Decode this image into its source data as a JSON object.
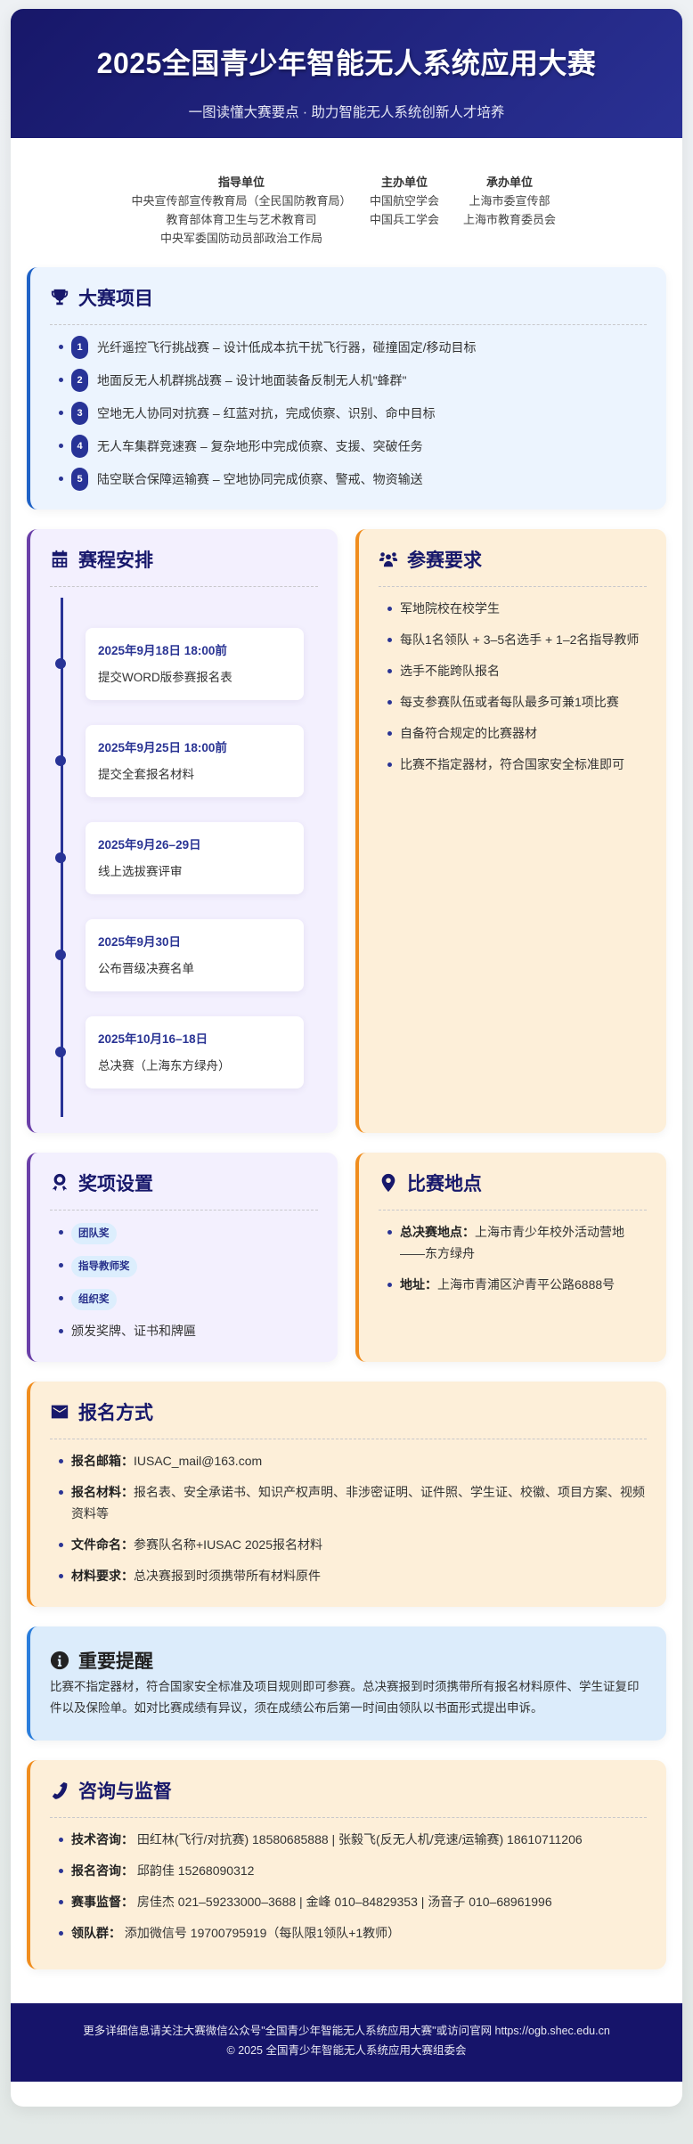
{
  "header": {
    "title": "2025全国青少年智能无人系统应用大赛",
    "subtitle": "一图读懂大赛要点 · 助力智能无人系统创新人才培养"
  },
  "organizers": {
    "guiding": {
      "label": "指导单位",
      "items": [
        "中央宣传部宣传教育局（全民国防教育局）",
        "教育部体育卫生与艺术教育司",
        "中央军委国防动员部政治工作局"
      ]
    },
    "host": {
      "label": "主办单位",
      "items": [
        "中国航空学会",
        "中国兵工学会"
      ]
    },
    "undertaker": {
      "label": "承办单位",
      "items": [
        "上海市委宣传部",
        "上海市教育委员会"
      ]
    }
  },
  "projects": {
    "title": "大赛项目",
    "icon": "trophy-icon",
    "items": [
      {
        "num": "1",
        "text": "光纤遥控飞行挑战赛 – 设计低成本抗干扰飞行器，碰撞固定/移动目标"
      },
      {
        "num": "2",
        "text": "地面反无人机群挑战赛 – 设计地面装备反制无人机\"蜂群\""
      },
      {
        "num": "3",
        "text": "空地无人协同对抗赛 – 红蓝对抗，完成侦察、识别、命中目标"
      },
      {
        "num": "4",
        "text": "无人车集群竞速赛 – 复杂地形中完成侦察、支援、突破任务"
      },
      {
        "num": "5",
        "text": "陆空联合保障运输赛 – 空地协同完成侦察、警戒、物资输送"
      }
    ]
  },
  "schedule": {
    "title": "赛程安排",
    "icon": "calendar-icon",
    "items": [
      {
        "date": "2025年9月18日 18:00前",
        "desc": "提交WORD版参赛报名表"
      },
      {
        "date": "2025年9月25日 18:00前",
        "desc": "提交全套报名材料"
      },
      {
        "date": "2025年9月26–29日",
        "desc": "线上选拔赛评审"
      },
      {
        "date": "2025年9月30日",
        "desc": "公布晋级决赛名单"
      },
      {
        "date": "2025年10月16–18日",
        "desc": "总决赛（上海东方绿舟）"
      }
    ]
  },
  "requirements": {
    "title": "参赛要求",
    "icon": "users-icon",
    "items": [
      "军地院校在校学生",
      "每队1名领队 + 3–5名选手 + 1–2名指导教师",
      "选手不能跨队报名",
      "每支参赛队伍或者每队最多可兼1项比赛",
      "自备符合规定的比赛器材",
      "比赛不指定器材，符合国家安全标准即可"
    ]
  },
  "awards": {
    "title": "奖项设置",
    "icon": "award-icon",
    "pills": [
      "团队奖",
      "指导教师奖",
      "组织奖"
    ],
    "note": "颁发奖牌、证书和牌匾"
  },
  "venue": {
    "title": "比赛地点",
    "icon": "map-pin-icon",
    "items": [
      {
        "label": "总决赛地点：",
        "value": "上海市青少年校外活动营地——东方绿舟"
      },
      {
        "label": "地址：",
        "value": "上海市青浦区沪青平公路6888号"
      }
    ]
  },
  "registration": {
    "title": "报名方式",
    "icon": "envelope-icon",
    "items": [
      {
        "label": "报名邮箱：",
        "value": "IUSAC_mail@163.com"
      },
      {
        "label": "报名材料：",
        "value": "报名表、安全承诺书、知识产权声明、非涉密证明、证件照、学生证、校徽、项目方案、视频资料等"
      },
      {
        "label": "文件命名：",
        "value": "参赛队名称+IUSAC 2025报名材料"
      },
      {
        "label": "材料要求：",
        "value": "总决赛报到时须携带所有材料原件"
      }
    ]
  },
  "reminder": {
    "title": "重要提醒",
    "icon": "info-circle-icon",
    "text": "比赛不指定器材，符合国家安全标准及项目规则即可参赛。总决赛报到时须携带所有报名材料原件、学生证复印件以及保险单。如对比赛成绩有异议，须在成绩公布后第一时间由领队以书面形式提出申诉。"
  },
  "contact": {
    "title": "咨询与监督",
    "icon": "phone-icon",
    "items": [
      {
        "label": "技术咨询：",
        "value": "田红林(飞行/对抗赛) 18580685888 | 张毅飞(反无人机/竞速/运输赛) 18610711206"
      },
      {
        "label": "报名咨询：",
        "value": "邱韵佳 15268090312"
      },
      {
        "label": "赛事监督：",
        "value": "房佳杰 021–59233000–3688 | 金峰 010–84829353 | 汤音子 010–68961996"
      },
      {
        "label": "领队群：",
        "value": "添加微信号 19700795919（每队限1领队+1教师）"
      }
    ]
  },
  "footer": {
    "line1": "更多详细信息请关注大赛微信公众号\"全国青少年智能无人系统应用大赛\"或访问官网 https://ogb.shec.edu.cn",
    "line2": "© 2025 全国青少年智能无人系统应用大赛组委会"
  },
  "colors": {
    "primary_navy": "#17186b",
    "header_gradient_start": "#171769",
    "header_gradient_end": "#2a3194",
    "accent_blue": "#1f62c6",
    "accent_purple": "#6a3fa8",
    "accent_orange": "#f08d1e",
    "footer_bg": "#16146a"
  }
}
